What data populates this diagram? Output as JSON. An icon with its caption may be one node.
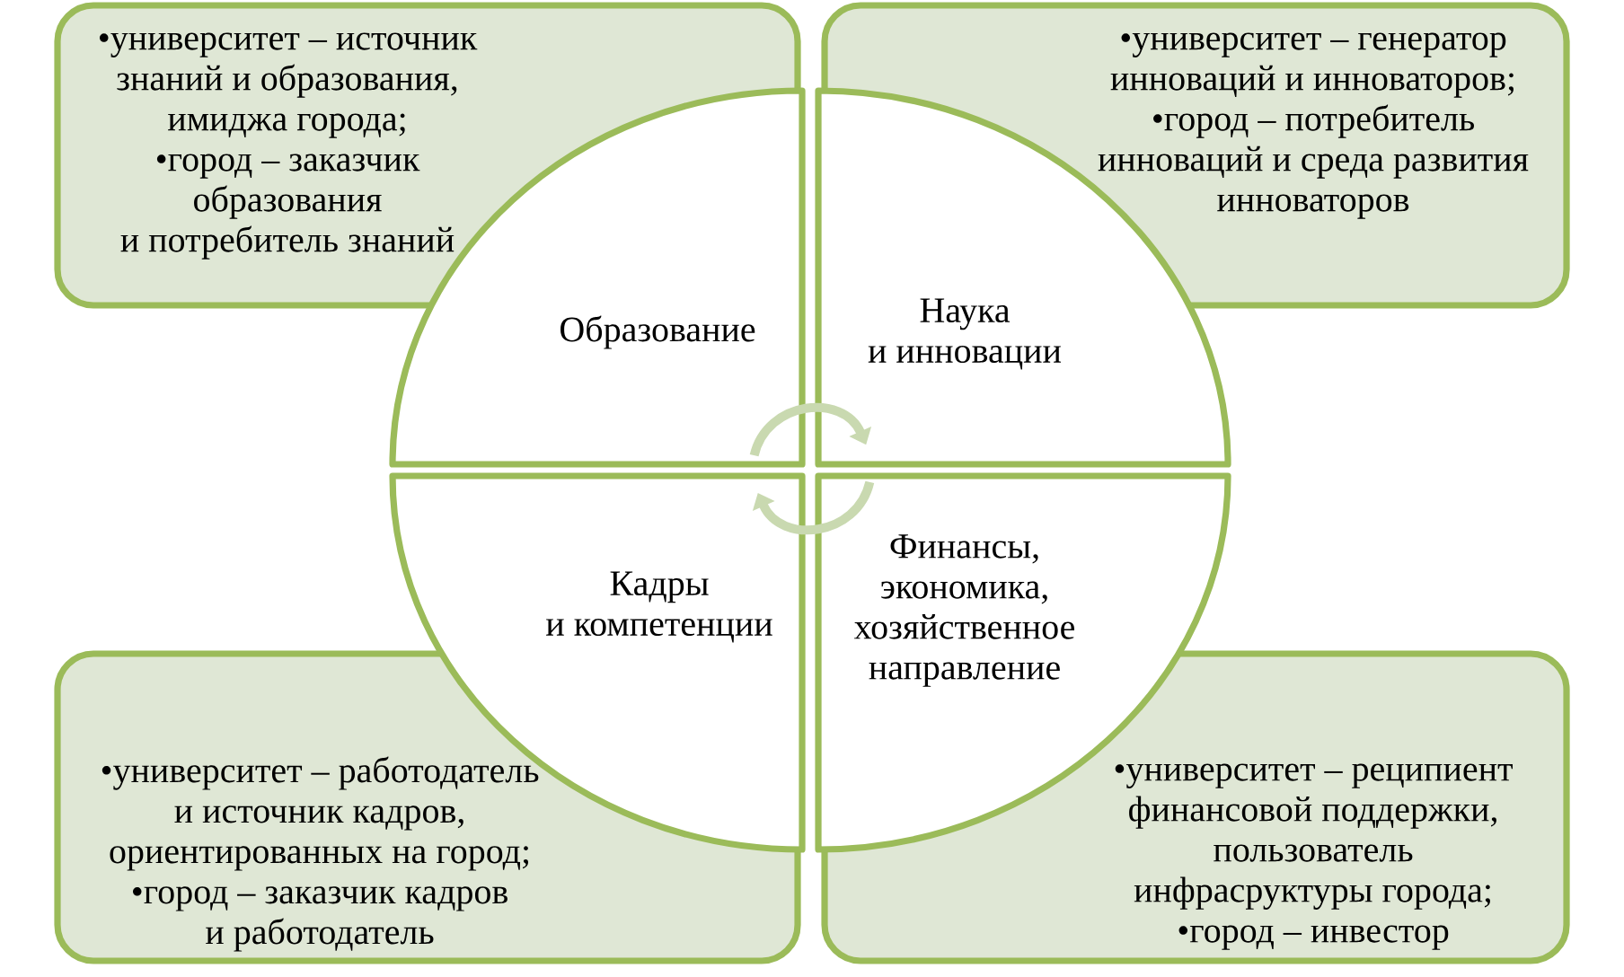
{
  "diagram": {
    "nodes": [
      {
        "text": [
          "•университет – источник знаний и образования, имиджа города;",
          "•город – заказчик образования и потребитель знаний"
        ]
      },
      {
        "text": [
          "•университет – генератор инноваций и инноваторов;",
          "•город – потребитель инноваций и среда развития инноваторов"
        ]
      },
      {
        "text": [
          "Образование"
        ]
      },
      {
        "text": [
          "Наука и инновации"
        ]
      },
      {
        "text": [
          "Кадры и компетенции"
        ]
      },
      {
        "text": [
          "Финансы, экономика, хозяйственное направление"
        ]
      },
      {
        "text": [
          "•университет – работодатель и источник кадров, ориентированных на город;",
          "•город – заказчик кадров и работодатель"
        ]
      },
      {
        "text": [
          "•университет – реципиент финансовой поддержки, пользователь инфрасруктуры города;",
          "•город – инвестор"
        ]
      }
    ],
    "edges": [
      {
        "from": 2,
        "to": 3,
        "arrow": "to"
      },
      {
        "from": 5,
        "to": 4,
        "arrow": "to"
      }
    ]
  }
}
